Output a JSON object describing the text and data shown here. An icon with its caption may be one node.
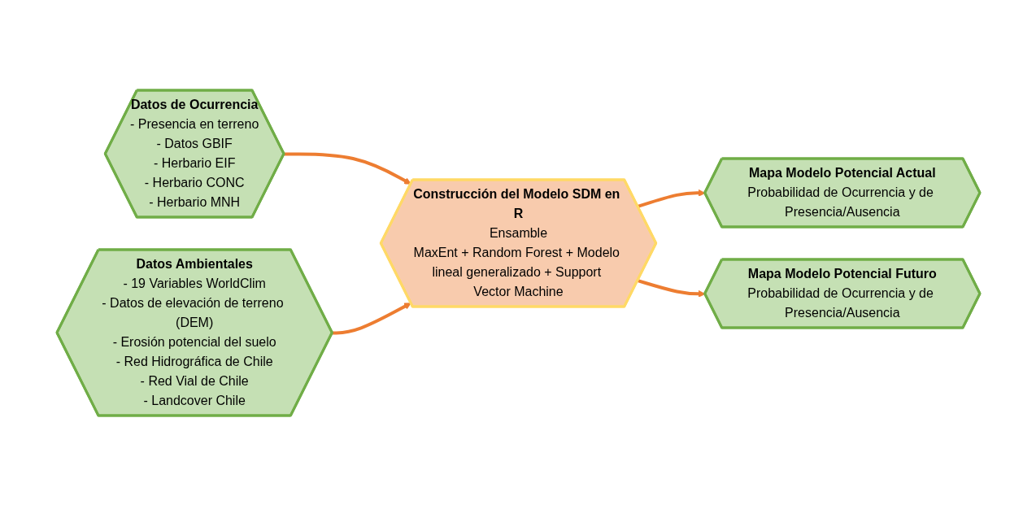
{
  "diagram": {
    "nodes": [
      {
        "text": [
          "Datos de Ocurrencia",
          "- Presencia en terreno",
          "- Datos GBIF",
          "- Herbario EIF",
          "- Herbario CONC",
          "- Herbario MNH"
        ]
      },
      {
        "text": [
          "Datos Ambientales",
          "- 19 Variables WorldClim",
          "- Datos de elevación de terreno (DEM)",
          "- Erosión potencial del suelo",
          "- Red Hidrográfica de Chile",
          "- Red Vial de Chile",
          "- Landcover Chile"
        ]
      },
      {
        "text": [
          "Construcción del Modelo SDM en R",
          "Ensamble",
          "MaxEnt + Random Forest + Modelo lineal generalizado + Support Vector Machine"
        ]
      },
      {
        "text": [
          "Mapa Modelo Potencial Actual",
          "Probabilidad de Ocurrencia y de Presencia/Ausencia"
        ]
      },
      {
        "text": [
          "Mapa Modelo Potencial Futuro",
          "Probabilidad de Ocurrencia y de Presencia/Ausencia"
        ]
      }
    ],
    "edges": [
      {
        "from": 0,
        "to": 2,
        "arrow": "to"
      },
      {
        "from": 1,
        "to": 2,
        "arrow": "to"
      },
      {
        "from": 2,
        "to": 3,
        "arrow": "to"
      },
      {
        "from": 2,
        "to": 4,
        "arrow": "to"
      }
    ]
  }
}
